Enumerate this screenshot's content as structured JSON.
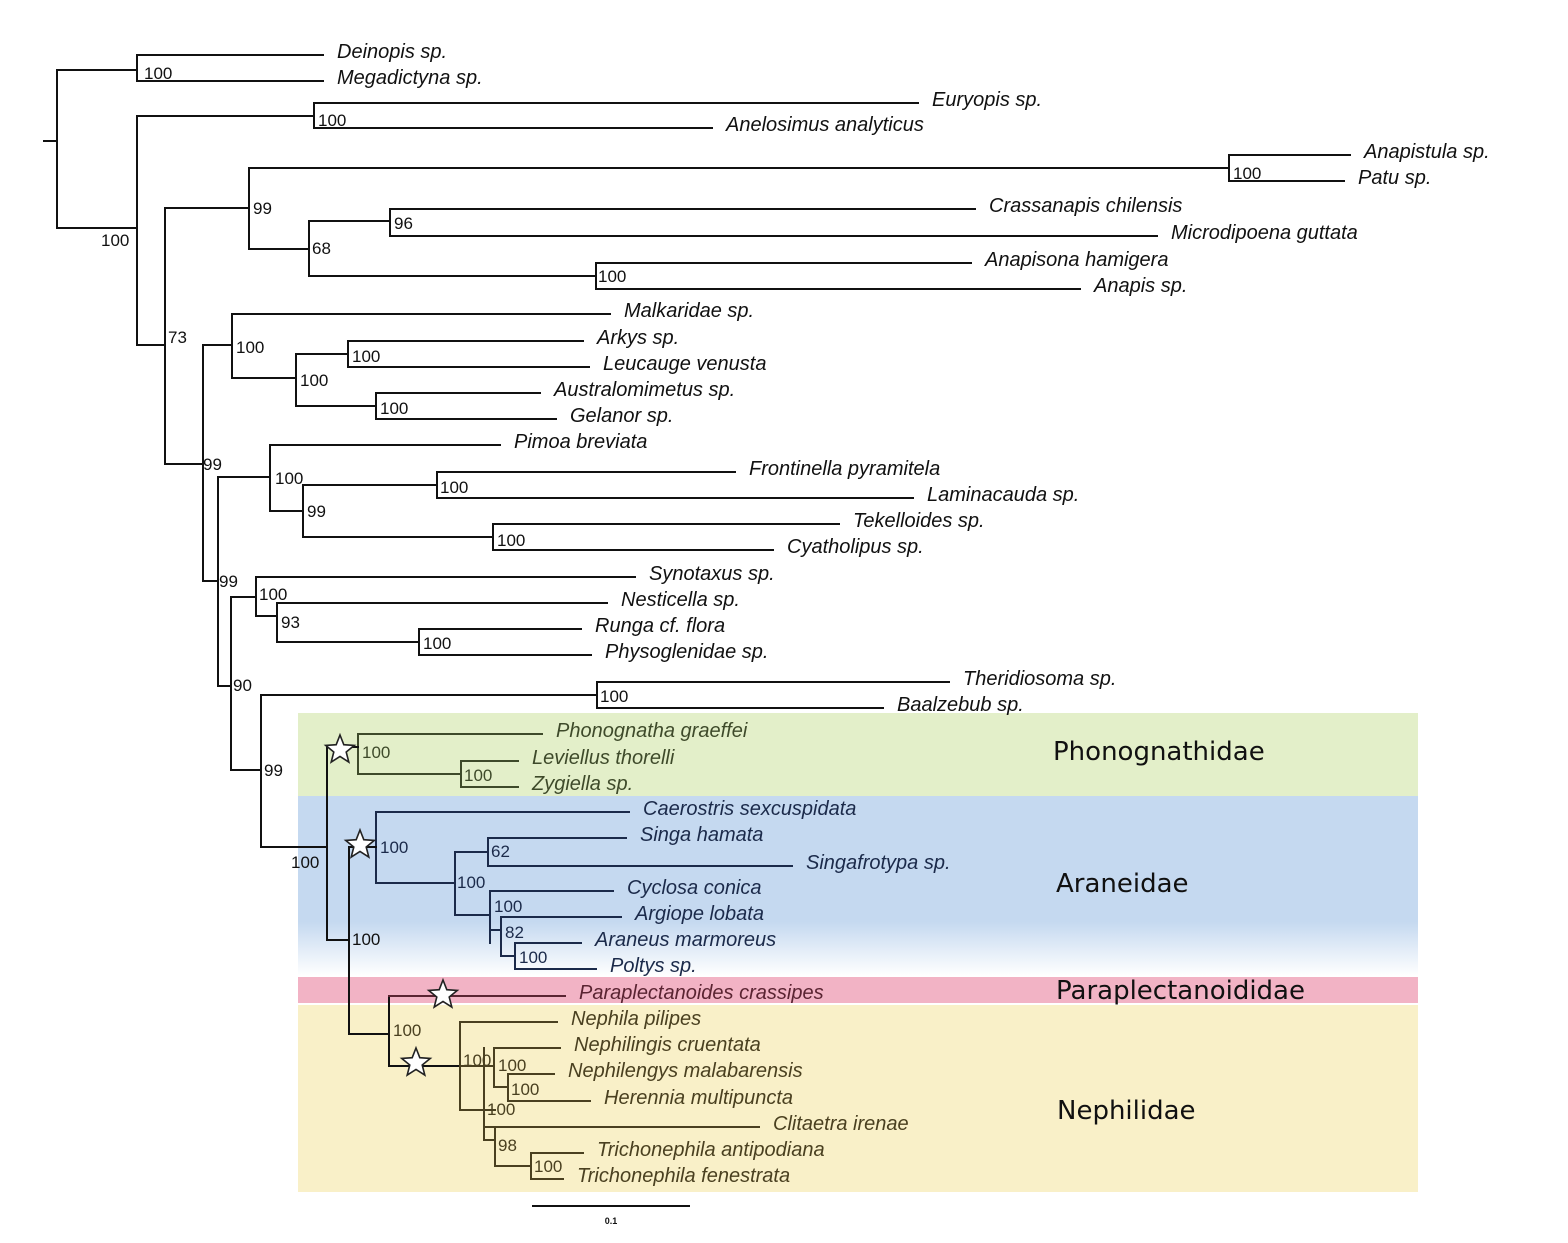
{
  "figure": {
    "bands": {
      "phonognathidae": "#e3efc9",
      "araneidae": "#c5d9f0",
      "paraplectanoididae": "#f2b3c5",
      "nephilidae": "#f9f0c8"
    },
    "colors": {
      "default": "#111111",
      "phonognathidae": "#3e4a2a",
      "araneidae": "#1b2a4a",
      "paraplectanoididae": "#5a2432",
      "nephilidae": "#4a4020"
    }
  },
  "taxa": {
    "deinopis": "Deinopis sp.",
    "megadictyna": "Megadictyna sp.",
    "euryopis": "Euryopis sp.",
    "anelosimus": "Anelosimus analyticus",
    "anapistula": "Anapistula sp.",
    "patu": "Patu sp.",
    "crassanapis": "Crassanapis chilensis",
    "microdipoena": "Microdipoena guttata",
    "anapisona": "Anapisona hamigera",
    "anapis": "Anapis sp.",
    "malkaridae": "Malkaridae sp.",
    "arkys": "Arkys sp.",
    "leucauge": "Leucauge venusta",
    "australomimetus": "Australomimetus sp.",
    "gelanor": "Gelanor sp.",
    "pimoa": "Pimoa breviata",
    "frontinella": "Frontinella pyramitela",
    "laminacauda": "Laminacauda sp.",
    "tekelloides": "Tekelloides sp.",
    "cyatholipus": "Cyatholipus sp.",
    "synotaxus": "Synotaxus sp.",
    "nesticella": "Nesticella sp.",
    "runga": "Runga cf. flora",
    "physoglenidae": "Physoglenidae sp.",
    "theridiosoma": "Theridiosoma sp.",
    "baalzebub": "Baalzebub sp.",
    "phonognatha": "Phonognatha graeffei",
    "leviellus": "Leviellus thorelli",
    "zygiella": "Zygiella sp.",
    "caerostris": "Caerostris sexcuspidata",
    "singa": "Singa hamata",
    "singafrotypa": "Singafrotypa sp.",
    "cyclosa": "Cyclosa conica",
    "argiope": "Argiope lobata",
    "araneus": "Araneus marmoreus",
    "poltys": "Poltys sp.",
    "paraplectanoides": "Paraplectanoides crassipes",
    "nephila": "Nephila pilipes",
    "nephilingis": "Nephilingis cruentata",
    "nephilengys": "Nephilengys malabarensis",
    "herennia": "Herennia multipuncta",
    "clitaetra": "Clitaetra irenae",
    "trichonephila_a": "Trichonephila antipodiana",
    "trichonephila_f": "Trichonephila fenestrata"
  },
  "families": {
    "phonognathidae": "Phonognathidae",
    "araneidae": "Araneidae",
    "paraplectanoididae": "Paraplectanoididae",
    "nephilidae": "Nephilidae"
  },
  "support": {
    "deinopoids": "100",
    "theridiids": "100",
    "araneoids": "100",
    "anap_pair": "100",
    "anap_root": "99",
    "crassa_micro": "96",
    "anap_inner": "68",
    "anapis_pair": "100",
    "clade73": "73",
    "malkarid_group": "100",
    "arkys_leucauge": "100",
    "malk_inner": "100",
    "austr_gelanor": "100",
    "clade99a": "99",
    "pimoa_group": "100",
    "front_lamin": "100",
    "linyphioids": "99",
    "tekel_cyath": "100",
    "clade99b": "99",
    "synotaxus_group": "100",
    "nest_group": "93",
    "runga_physo": "100",
    "clade90": "90",
    "theridiosoma_pair": "100",
    "clade99c": "99",
    "araneoid_core": "100",
    "phonognathidae": "100",
    "leviellus_zygiella": "100",
    "araneidae": "100",
    "singa_singafrotypa": "62",
    "araneid_inner": "100",
    "cyclosa_group": "100",
    "argiope_group": "82",
    "araneus_poltys": "100",
    "araneid_nephilid": "100",
    "nephilid_para": "100",
    "nephilid_inner": "100",
    "nephilingis_group": "100",
    "nephilengys_herennia": "100",
    "nephilid_core": "100",
    "trichonephila_group": "98",
    "trichonephila_pair": "100"
  },
  "scale_bar": {
    "label": "0.1"
  }
}
